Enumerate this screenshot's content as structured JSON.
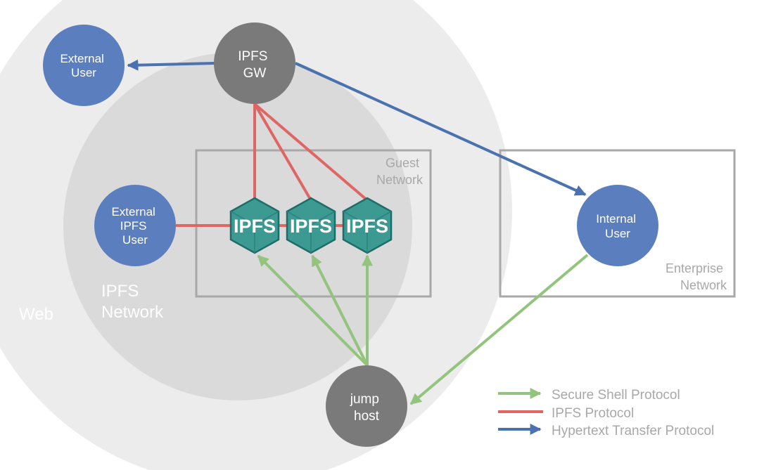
{
  "zones": {
    "web": "Web",
    "ipfs_network": [
      "IPFS",
      "Network"
    ],
    "guest_network": [
      "Guest",
      "Network"
    ],
    "enterprise_network": [
      "Enterprise",
      "Network"
    ]
  },
  "nodes": {
    "ipfs_gw": [
      "IPFS",
      "GW"
    ],
    "external_user": [
      "External",
      "User"
    ],
    "external_ipfs_user": [
      "External",
      "IPFS",
      "User"
    ],
    "internal_user": [
      "Internal",
      "User"
    ],
    "jump_host": [
      "jump",
      "host"
    ],
    "ipfs_nodes": [
      "IPFS",
      "IPFS",
      "IPFS"
    ]
  },
  "legend": [
    {
      "label": "Secure Shell Protocol",
      "color": "#93c47d"
    },
    {
      "label": "IPFS Protocol",
      "color": "#e06666"
    },
    {
      "label": "Hypertext Transfer Protocol",
      "color": "#4a72b0"
    }
  ],
  "colors": {
    "web_zone": "#ececec",
    "ipfs_zone": "#dadada",
    "box_border": "#a8a8a8",
    "gray_node": "#7a7a7a",
    "blue_node": "#5b7fbe",
    "hex_fill": "#3c9a93",
    "hex_stroke": "#1f6d69"
  }
}
